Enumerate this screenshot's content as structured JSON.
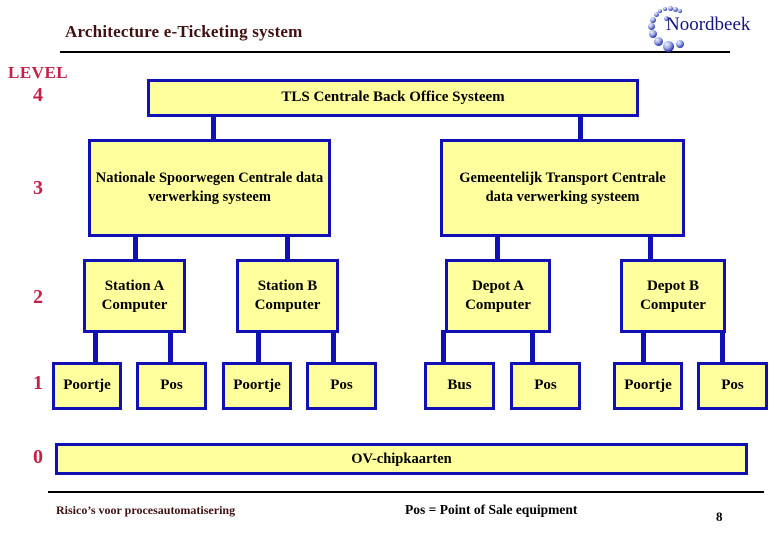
{
  "header": {
    "title": "Architecture e-Ticketing system",
    "logo_text": "Noordbeek"
  },
  "level_axis": {
    "label": "LEVEL",
    "numbers": [
      "4",
      "3",
      "2",
      "1",
      "0"
    ]
  },
  "diagram": {
    "level4": {
      "tls": "TLS Centrale Back Office Systeem"
    },
    "level3": {
      "left": "Nationale Spoorwegen Centrale data verwerking systeem",
      "right": "Gemeentelijk Transport Centrale data verwerking systeem"
    },
    "level2": {
      "station_a": "Station A Computer",
      "station_b": "Station B Computer",
      "depot_a": "Depot A Computer",
      "depot_b": "Depot B Computer"
    },
    "level1": [
      "Poortje",
      "Pos",
      "Poortje",
      "Pos",
      "Bus",
      "Pos",
      "Poortje",
      "Pos"
    ],
    "level0": "OV-chipkaarten"
  },
  "footer": {
    "left": "Risico’s voor procesautomatisering",
    "note": "Pos = Point of Sale equipment",
    "page": "8"
  },
  "colors": {
    "box_fill": "#ffff9e",
    "box_border": "#1010b4",
    "accent_red": "#c32148",
    "title_color": "#401010",
    "logo_navy": "#14147c"
  }
}
